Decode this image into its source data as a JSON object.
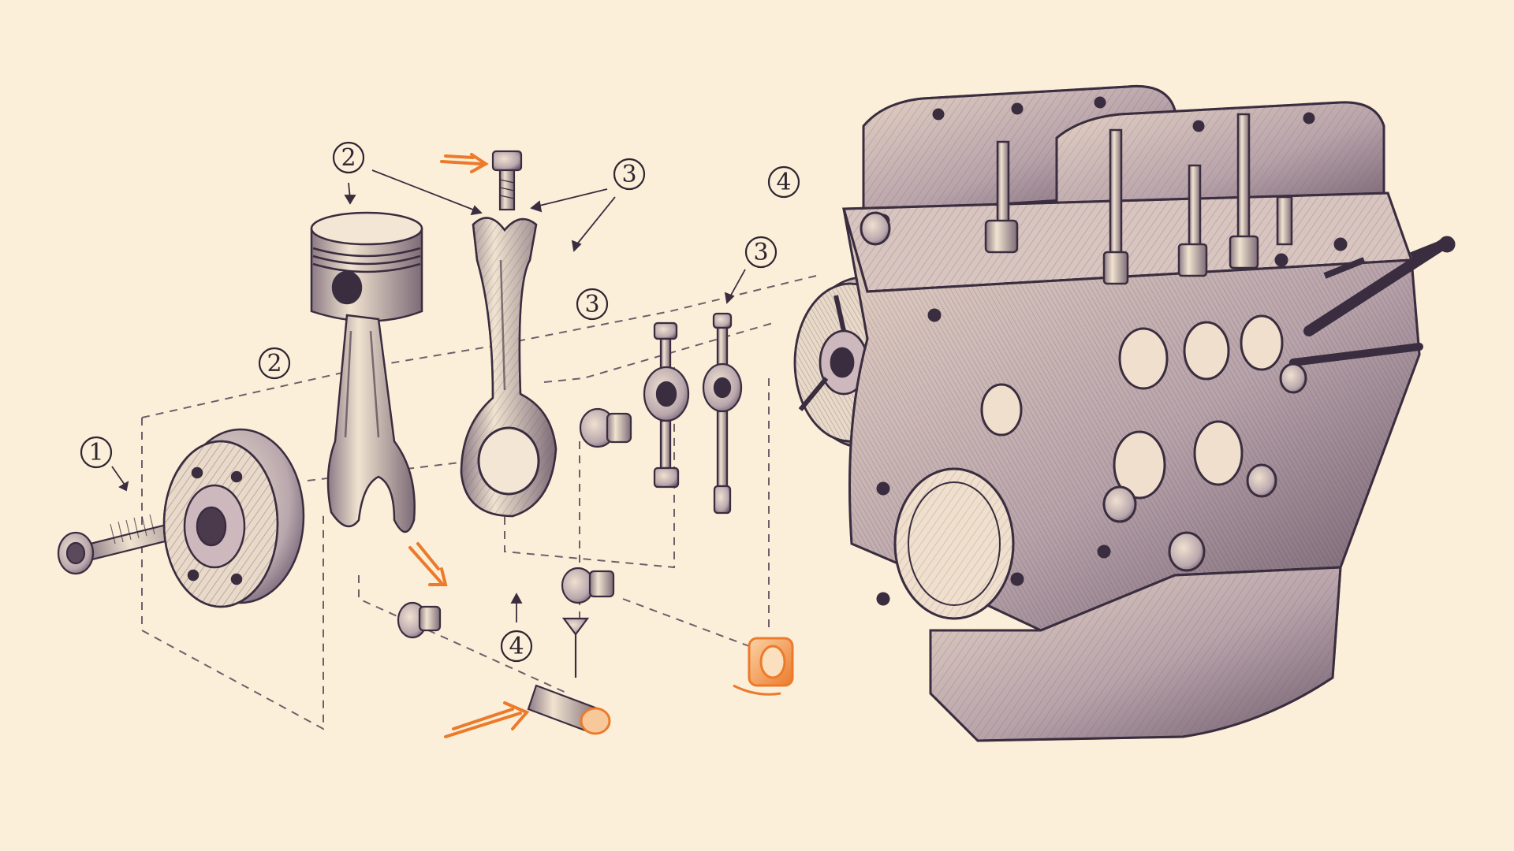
{
  "callouts": [
    {
      "id": "c1",
      "text": "1"
    },
    {
      "id": "c2a",
      "text": "2"
    },
    {
      "id": "c2b",
      "text": "2"
    },
    {
      "id": "c3a",
      "text": "3"
    },
    {
      "id": "c3b",
      "text": "3"
    },
    {
      "id": "c3c",
      "text": "3"
    },
    {
      "id": "c4a",
      "text": "4"
    },
    {
      "id": "c4b",
      "text": "4"
    }
  ],
  "colors": {
    "paper": "#fbefd9",
    "ink": "#3a2d3f",
    "ink_light": "#6e5d70",
    "shade": "#9b8a94",
    "accent_orange": "#ec7a2a"
  },
  "icons": [
    "crankshaft-bolt-icon",
    "harmonic-balancer-icon",
    "piston-icon",
    "connecting-rod-icon",
    "bolt-icon",
    "rocker-arm-icon",
    "pulley-icon",
    "engine-block-icon",
    "orange-arrow-icon"
  ]
}
